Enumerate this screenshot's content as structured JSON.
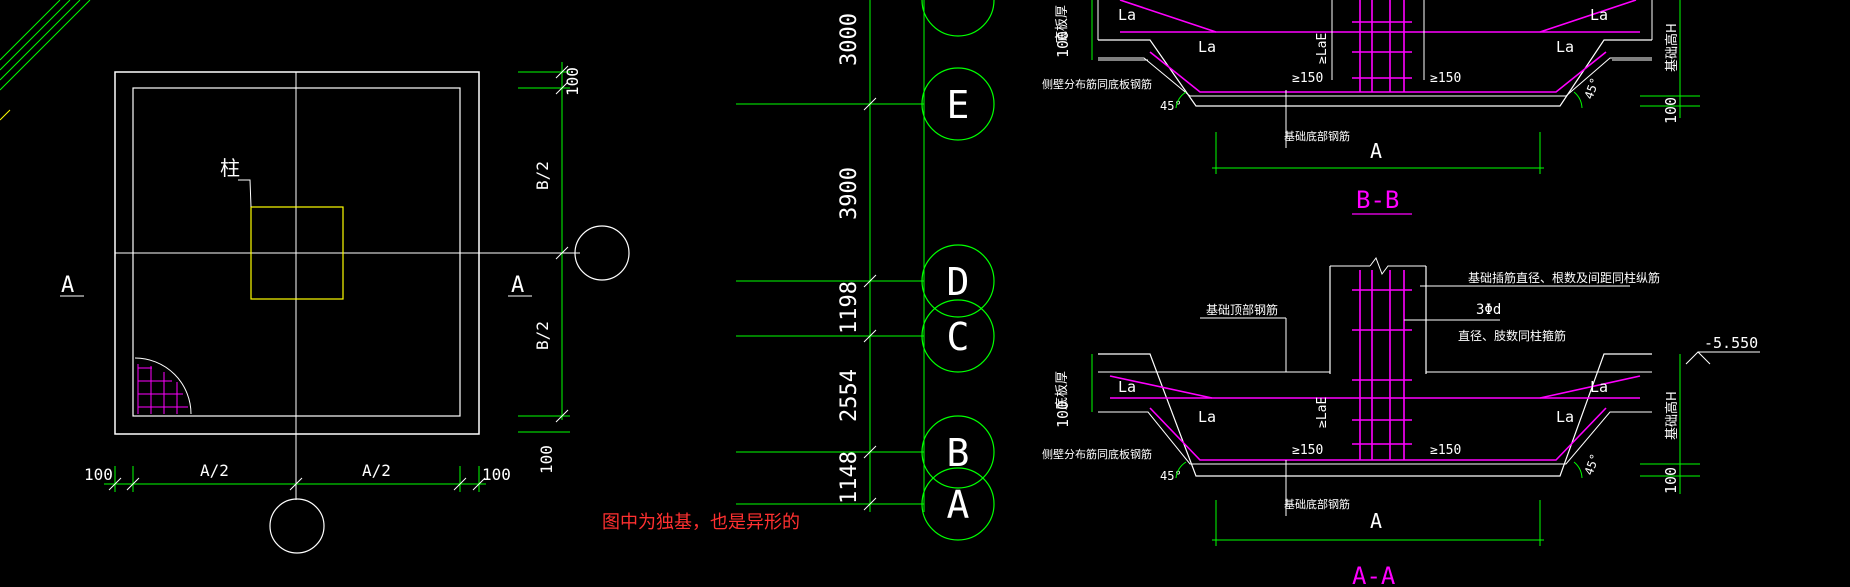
{
  "plan": {
    "label_column": "柱",
    "label_A_left": "A",
    "label_A_right": "A",
    "dim_B_half_top": "B/2",
    "dim_B_half_bottom": "B/2",
    "dim_100_top": "100",
    "dim_100_bottom": "100",
    "dim_100_left": "100",
    "dim_100_right": "100",
    "dim_A_half_left": "A/2",
    "dim_A_half_right": "A/2"
  },
  "grid": {
    "dims": [
      "3000",
      "3900",
      "1198",
      "2554",
      "1148"
    ],
    "axes": [
      "E",
      "D",
      "C",
      "B",
      "A"
    ]
  },
  "note": "图中为独基，也是异形的",
  "section_bb": {
    "title": "B-B",
    "la_labels": [
      "La",
      "La",
      "La",
      "La"
    ],
    "laE": "≥LaE",
    "ge150_left": "≥150",
    "ge150_right": "≥150",
    "width_A": "A",
    "bottom_rebar": "基础底部钢筋",
    "wall_dist": "侧壁分布筋同底板钢筋",
    "deg45_left": "45°",
    "deg45_right": "45°",
    "slab_thick": "底板厚",
    "dim_100_left": "100",
    "dim_100_right": "100",
    "found_height": "基础高H"
  },
  "section_aa": {
    "title": "A-A",
    "top_rebar": "基础顶部钢筋",
    "dowel_note": "基础插筋直径、根数及间距同柱纵筋",
    "stirrup_count": "3Φd",
    "stirrup_note": "直径、肢数同柱箍筋",
    "elevation": "-5.550",
    "la_labels": [
      "La",
      "La",
      "La",
      "La"
    ],
    "laE": "≥LaE",
    "ge150_left": "≥150",
    "ge150_right": "≥150",
    "width_A": "A",
    "bottom_rebar": "基础底部钢筋",
    "wall_dist": "侧壁分布筋同底板钢筋",
    "deg45_left": "45°",
    "deg45_right": "45°",
    "slab_thick": "底板厚",
    "dim_100_left": "100",
    "dim_100_right": "100",
    "found_height": "基础高H"
  },
  "colors": {
    "background": "#000000",
    "white": "#ffffff",
    "green": "#00ff00",
    "magenta": "#ff00ff",
    "yellow": "#ffff00",
    "red": "#ff2020",
    "note": "#ff3030"
  }
}
